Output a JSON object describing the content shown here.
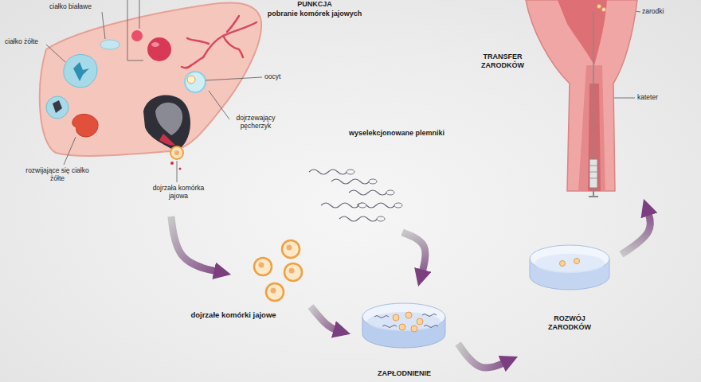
{
  "diagram": {
    "nodes": [
      {
        "text": [
          "PUNKCJA",
          "pobranie komórek jajowych"
        ]
      },
      {
        "text": [
          "dojrzałe komórki jajowe"
        ]
      },
      {
        "text": [
          "wyselekcjonowane plemniki"
        ]
      },
      {
        "text": [
          "ZAPŁODNIENIE"
        ]
      },
      {
        "text": [
          "ROZWÓJ ZARODKÓW"
        ]
      },
      {
        "text": [
          "TRANSFER ZARODKÓW"
        ]
      }
    ],
    "edges": [
      {
        "from": 0,
        "to": 1,
        "arrow": "to"
      },
      {
        "from": 1,
        "to": 3,
        "arrow": "to"
      },
      {
        "from": 2,
        "to": 3,
        "arrow": "to"
      },
      {
        "from": 3,
        "to": 4,
        "arrow": "to"
      },
      {
        "from": 4,
        "to": 5,
        "arrow": "to"
      }
    ],
    "labels": [
      "ciałko białawe",
      "ciałko żółte",
      "oocyt",
      "dojrzewający pęcherzyk",
      "rozwijające się ciałko żółte",
      "dojrzała komórka jajowa",
      "zarodki",
      "kateter"
    ]
  }
}
